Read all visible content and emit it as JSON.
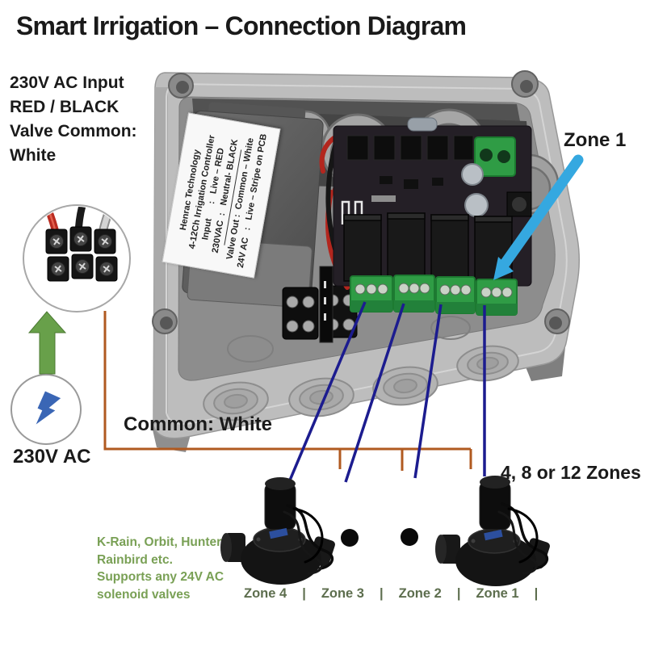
{
  "title": "Smart Irrigation – Connection Diagram",
  "annotations": {
    "power_input": {
      "lines": [
        "230V AC Input",
        "RED / BLACK",
        "Valve Common:",
        "White"
      ]
    },
    "zone1_pointer": "Zone 1",
    "common_wire": "Common: White",
    "zone_count": "4, 8 or 12 Zones",
    "power_source": "230V AC",
    "valve_compat": {
      "lines": [
        "K-Rain, Orbit, Hunter",
        "Rainbird etc.",
        "Supports any 24V AC",
        "solenoid valves"
      ]
    }
  },
  "zone_row": {
    "zones": [
      "Zone 4",
      "Zone 3",
      "Zone 2",
      "Zone 1"
    ],
    "divider": "|"
  },
  "device_label": {
    "lines": [
      "Henrac Technology",
      "4-12Ch Irrigation Controller",
      "Input      :   Live – RED",
      "230VAC  :   Neutral- BLACK",
      "Valve Out :  Common – White",
      "24V AC   :   Live – Stripe on PCB"
    ]
  },
  "icons": {
    "lightning_icon": "⚡ blue lightning bolt in circle",
    "up_arrow_icon": "▲ green arrow pointing up",
    "zone1_arrow_icon": "↙ blue arrow pointing to Zone 1 terminal"
  },
  "colors": {
    "text": "#1c1c1c",
    "green_text": "#79a055",
    "zone_row_text": "#5d6e4e",
    "zone_arrow": "#35a8e0",
    "zone_wire": "#1c1c8f",
    "common_wire": "#b05a20",
    "up_arrow": "#68a04a",
    "lightning": "#3a66b5",
    "terminal_green": "#2f9c45",
    "box_gray": "#bdbdbd",
    "pcb_dark": "#241f26",
    "label_bg": "#f8f8f8"
  }
}
